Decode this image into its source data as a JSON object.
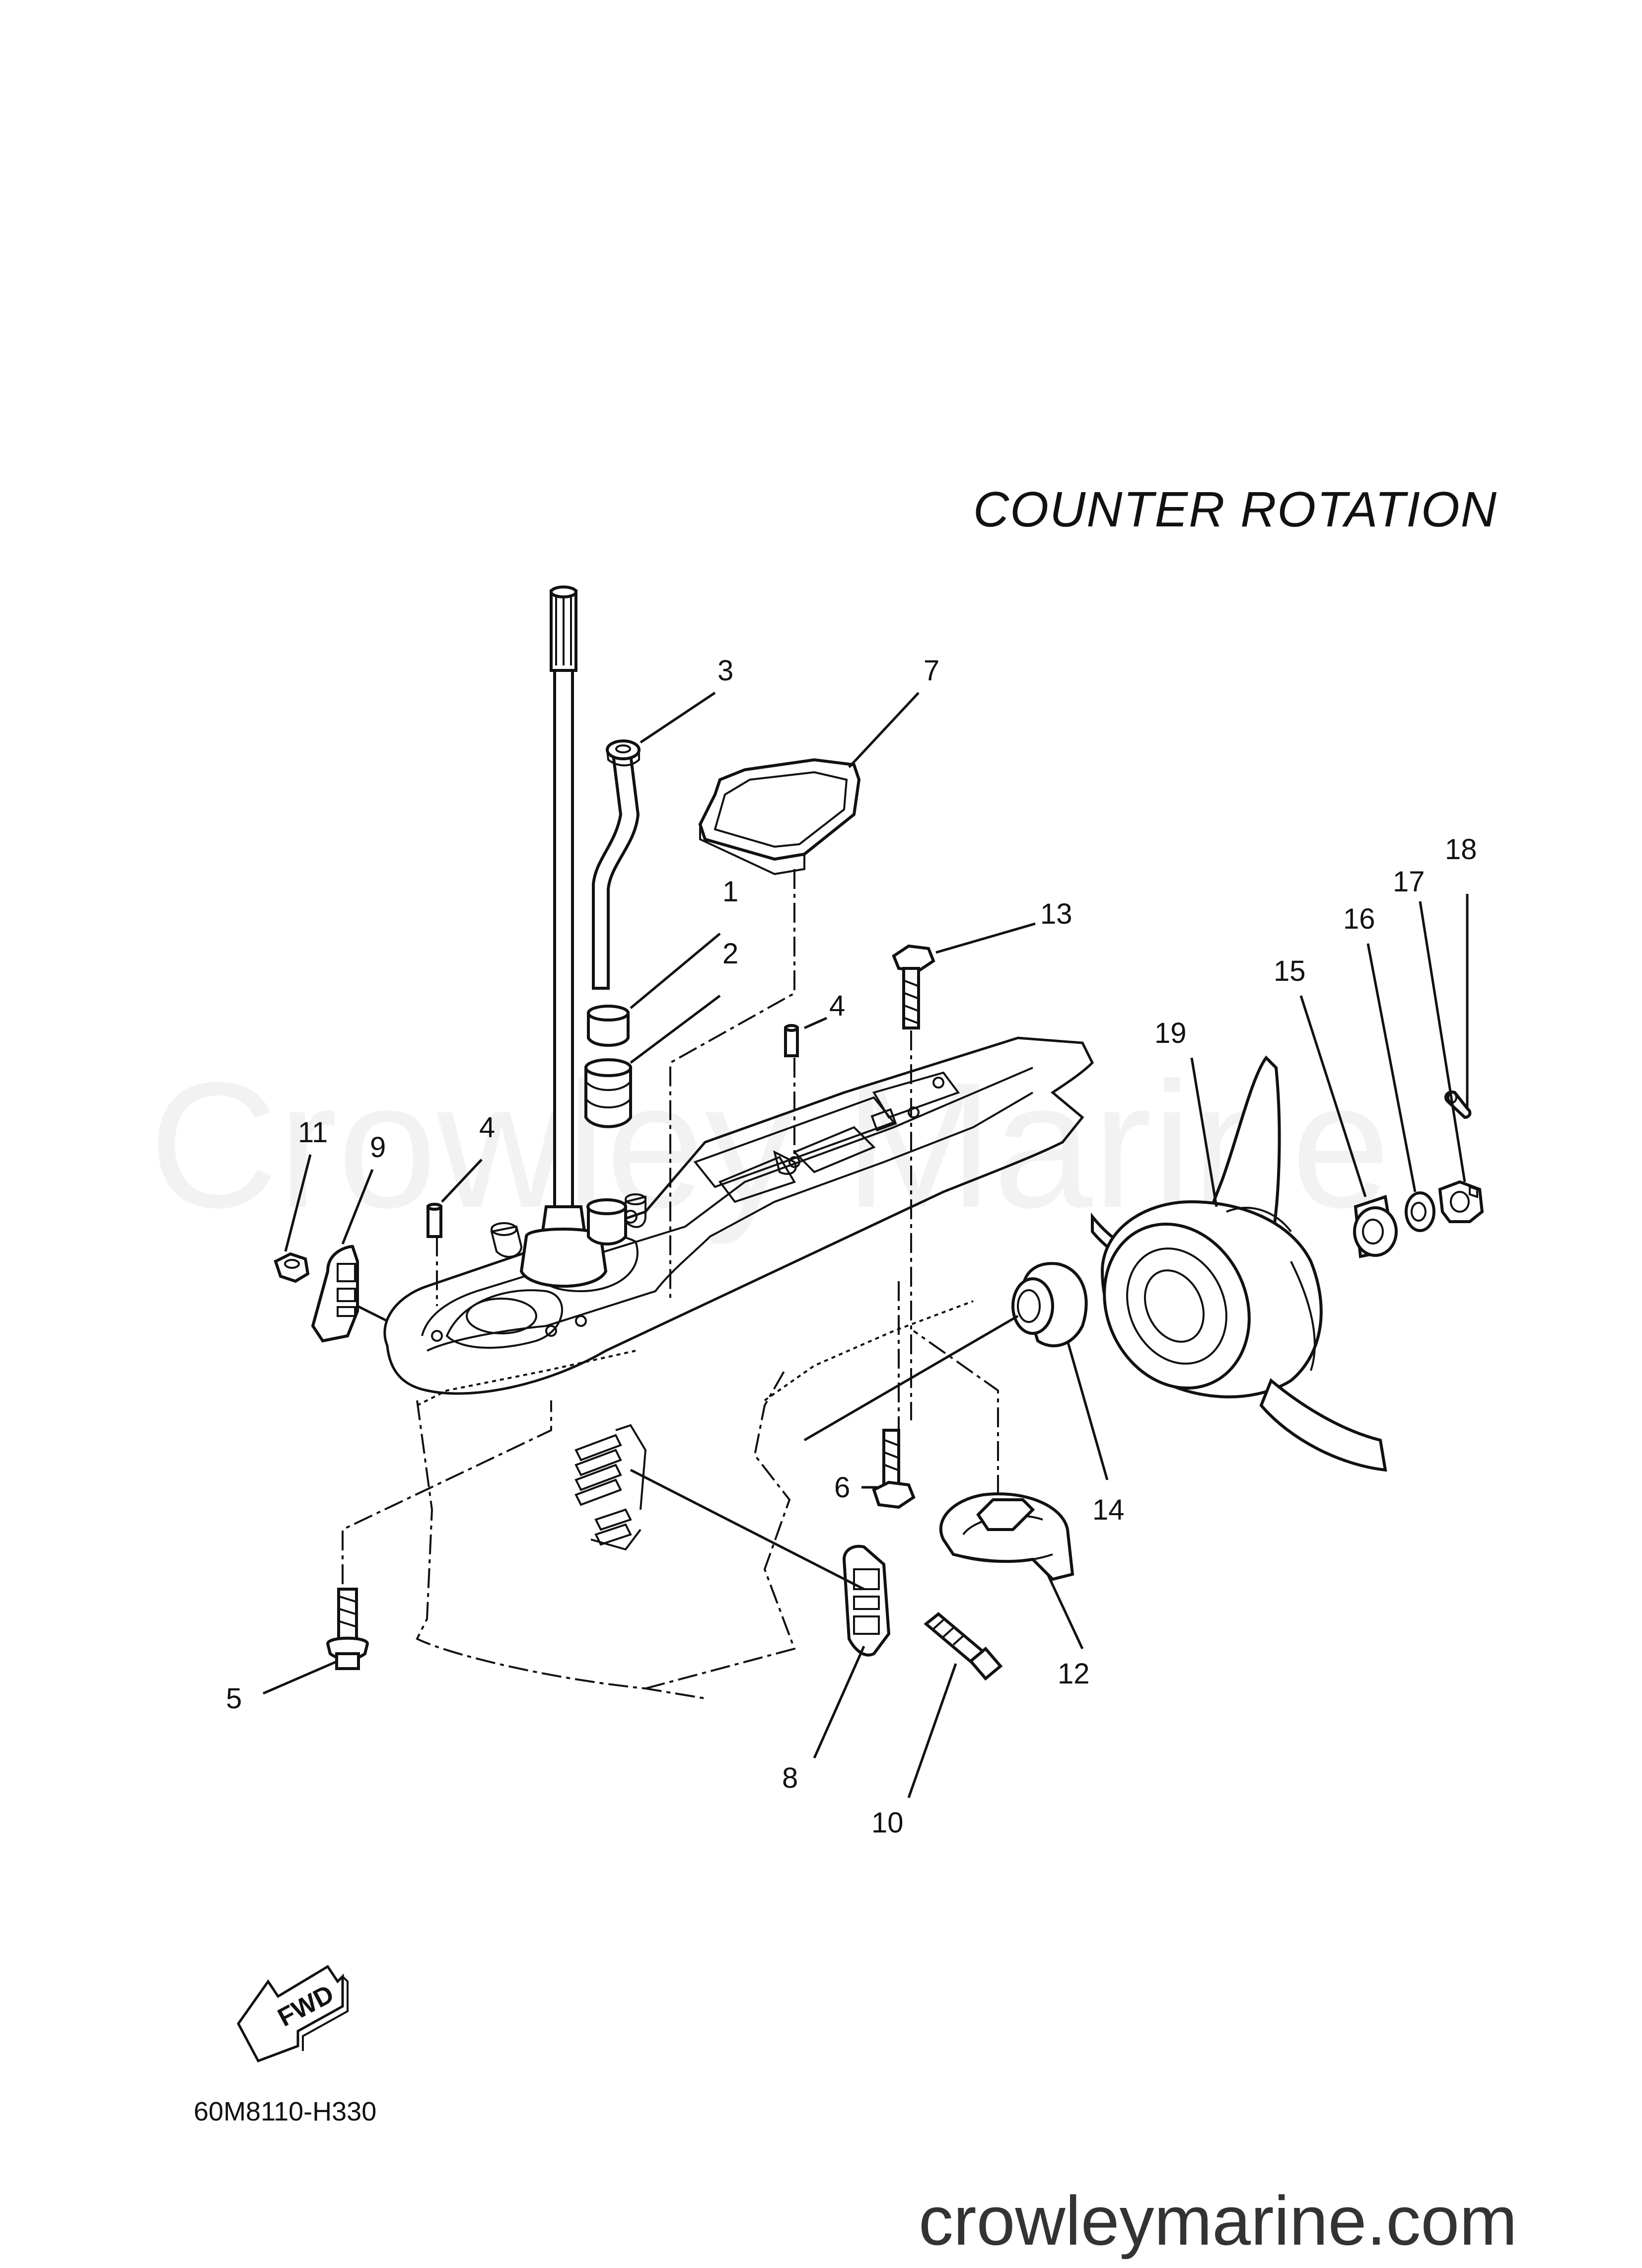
{
  "title": "COUNTER  ROTATION",
  "watermark": "Crowley Marine",
  "diagram_code": "60M8110-H330",
  "site": "crowleymarine.com",
  "fwd_label": "FWD",
  "callouts": [
    {
      "id": "c1",
      "text": "1"
    },
    {
      "id": "c2",
      "text": "2"
    },
    {
      "id": "c3",
      "text": "3"
    },
    {
      "id": "c4a",
      "text": "4"
    },
    {
      "id": "c4b",
      "text": "4"
    },
    {
      "id": "c5",
      "text": "5"
    },
    {
      "id": "c6",
      "text": "6"
    },
    {
      "id": "c7",
      "text": "7"
    },
    {
      "id": "c8",
      "text": "8"
    },
    {
      "id": "c9",
      "text": "9"
    },
    {
      "id": "c10",
      "text": "10"
    },
    {
      "id": "c11",
      "text": "11"
    },
    {
      "id": "c12",
      "text": "12"
    },
    {
      "id": "c13",
      "text": "13"
    },
    {
      "id": "c14",
      "text": "14"
    },
    {
      "id": "c15",
      "text": "15"
    },
    {
      "id": "c16",
      "text": "16"
    },
    {
      "id": "c17",
      "text": "17"
    },
    {
      "id": "c18",
      "text": "18"
    },
    {
      "id": "c19",
      "text": "19"
    }
  ]
}
